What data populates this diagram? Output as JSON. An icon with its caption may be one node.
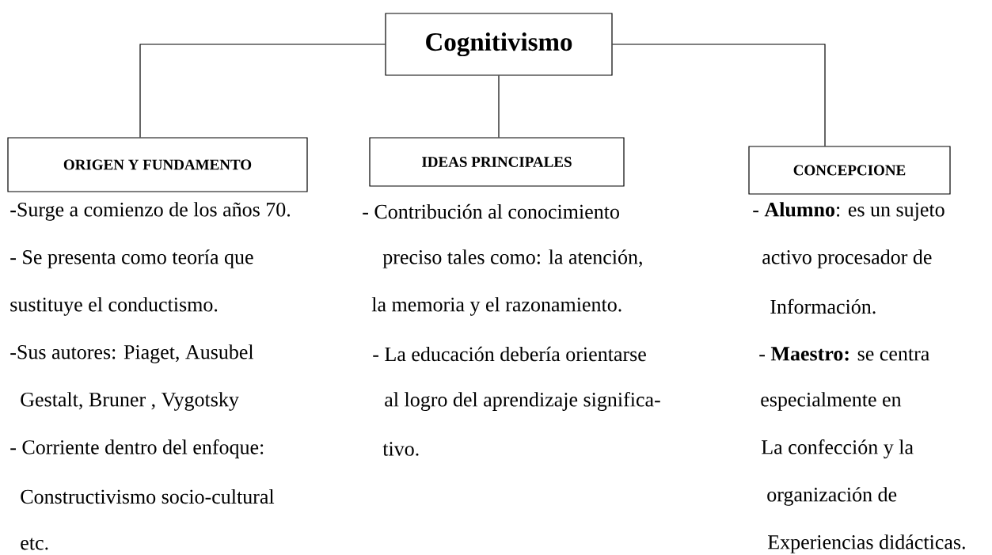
{
  "diagram": {
    "nodes": [
      {
        "text": [
          "Cognitivismo"
        ]
      },
      {
        "text": [
          "ORIGEN Y FUNDAMENTO"
        ],
        "beside": [
          "**-**Surge a comienzo de los años 70.",
          "- Se presenta como teoría que",
          "sustituye el conductismo.",
          "-Sus autores: Piaget, Ausubel",
          "Gestalt, Bruner , Vygotsky",
          "- Corriente dentro del enfoque:",
          "Constructivismo socio-cultural",
          "etc."
        ]
      },
      {
        "text": [
          "IDEAS PRINCIPALES"
        ],
        "beside": [
          "- Contribución al conocimiento",
          "preciso tales como: la atención,",
          "la memoria y el razonamiento.",
          "- La educación debería orientarse",
          "al logro del aprendizaje significa-",
          "tivo."
        ]
      },
      {
        "text": [
          "CONCEPCIONE"
        ],
        "beside": [
          "- **Alumno**: es un sujeto",
          "activo procesador de",
          "Información.",
          "- **Maestro:** se centra",
          "especialmente en",
          "La confección y la",
          "organización de",
          "Experiencias didácticas."
        ]
      }
    ],
    "edges": [
      {
        "from": 0,
        "to": 1,
        "arrow": "none"
      },
      {
        "from": 0,
        "to": 2,
        "arrow": "none"
      },
      {
        "from": 0,
        "to": 3,
        "arrow": "none"
      }
    ]
  }
}
